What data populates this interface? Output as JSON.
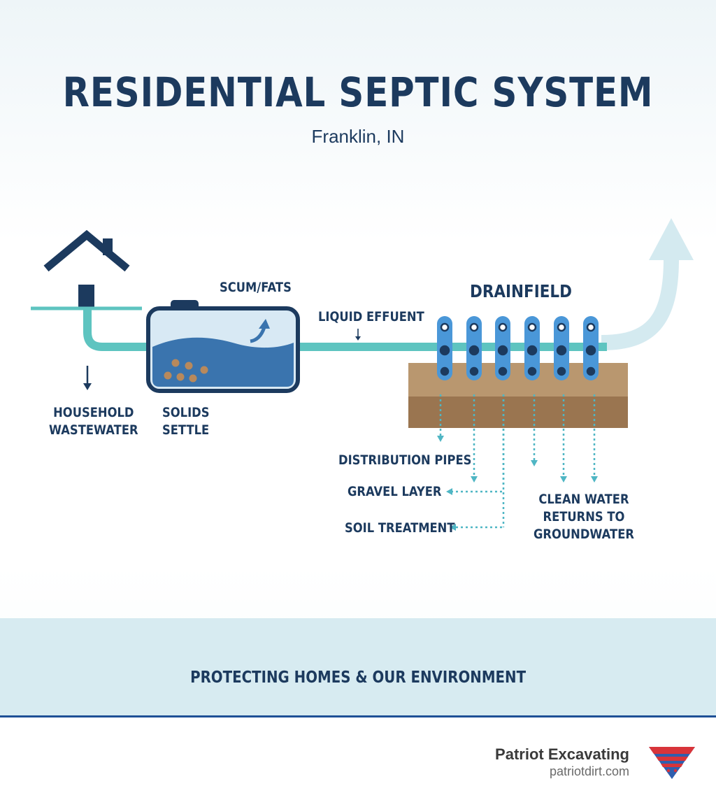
{
  "title": "RESIDENTIAL SEPTIC SYSTEM",
  "subtitle": "Franklin, IN",
  "labels": {
    "household": [
      "HOUSEHOLD",
      "WASTEWATER"
    ],
    "solids": [
      "SOLIDS",
      "SETTLE"
    ],
    "scum": "SCUM/FATS",
    "effluent": "LIQUID EFFUENT",
    "drainfield": "DRAINFIELD",
    "distribution": "DISTRIBUTION PIPES",
    "gravel": "GRAVEL LAYER",
    "soil": "SOIL TREATMENT",
    "clean_water": [
      "CLEAN WATER",
      "RETURNS TO",
      "GROUNDWATER"
    ]
  },
  "tagline": "PROTECTING HOMES & OUR ENVIRONMENT",
  "brand": {
    "name": "Patriot Excavating",
    "url": "patriotdirt.com"
  },
  "colors": {
    "navy": "#1c3a5e",
    "pipe": "#5ec4c0",
    "water": "#3a74ae",
    "drain_pipe": "#4a97d8",
    "gravel": "#b9976f",
    "soil": "#9a7550",
    "arrow_light": "#d4eaf0",
    "footer_band": "#d7ebf1",
    "footer_rule": "#1e4f96",
    "logo_red": "#d8343a",
    "logo_blue": "#2f5fae"
  }
}
